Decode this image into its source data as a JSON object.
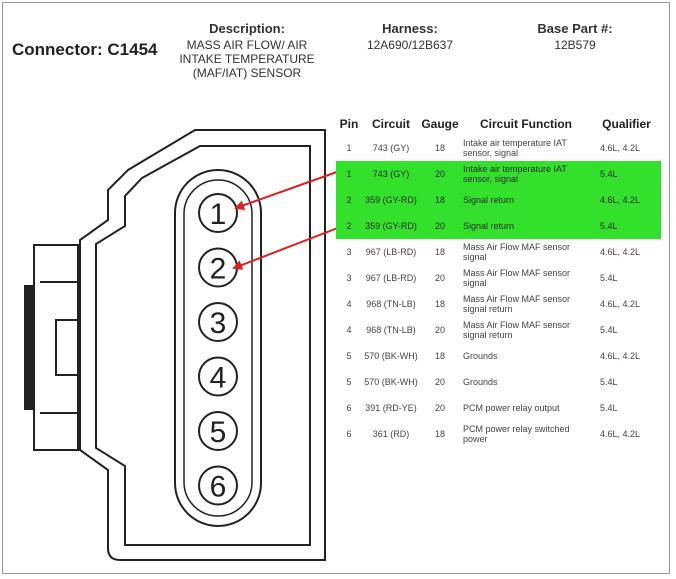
{
  "connector_title": "Connector: C1454",
  "description": {
    "label": "Description:",
    "lines": [
      "MASS AIR FLOW/ AIR",
      "INTAKE TEMPERATURE",
      "(MAF/IAT) SENSOR"
    ]
  },
  "harness": {
    "label": "Harness:",
    "value": "12A690/12B637"
  },
  "base_part": {
    "label": "Base Part #:",
    "value": "12B579"
  },
  "table": {
    "headers": [
      "Pin",
      "Circuit",
      "Gauge",
      "Circuit Function",
      "Qualifier"
    ],
    "rows": [
      {
        "pin": "1",
        "circuit": "743 (GY)",
        "gauge": "18",
        "function": "Intake air temperature IAT sensor, signal",
        "qualifier": "4.6L, 4.2L",
        "highlight": false
      },
      {
        "pin": "1",
        "circuit": "743 (GY)",
        "gauge": "20",
        "function": "Intake air temperature IAT sensor, signal",
        "qualifier": "5.4L",
        "highlight": true
      },
      {
        "pin": "2",
        "circuit": "359 (GY-RD)",
        "gauge": "18",
        "function": "Signal return",
        "qualifier": "4.6L, 4.2L",
        "highlight": true
      },
      {
        "pin": "2",
        "circuit": "359 (GY-RD)",
        "gauge": "20",
        "function": "Signal return",
        "qualifier": "5.4L",
        "highlight": true
      },
      {
        "pin": "3",
        "circuit": "967 (LB-RD)",
        "gauge": "18",
        "function": "Mass Air Flow MAF sensor signal",
        "qualifier": "4.6L, 4.2L",
        "highlight": false
      },
      {
        "pin": "3",
        "circuit": "967 (LB-RD)",
        "gauge": "20",
        "function": "Mass Air Flow MAF sensor signal",
        "qualifier": "5.4L",
        "highlight": false
      },
      {
        "pin": "4",
        "circuit": "968 (TN-LB)",
        "gauge": "18",
        "function": "Mass Air Flow MAF sensor signal return",
        "qualifier": "4.6L, 4.2L",
        "highlight": false
      },
      {
        "pin": "4",
        "circuit": "968 (TN-LB)",
        "gauge": "20",
        "function": "Mass Air Flow MAF sensor signal return",
        "qualifier": "5.4L",
        "highlight": false
      },
      {
        "pin": "5",
        "circuit": "570 (BK-WH)",
        "gauge": "18",
        "function": "Grounds",
        "qualifier": "4.6L, 4.2L",
        "highlight": false
      },
      {
        "pin": "5",
        "circuit": "570 (BK-WH)",
        "gauge": "20",
        "function": "Grounds",
        "qualifier": "5.4L",
        "highlight": false
      },
      {
        "pin": "6",
        "circuit": "391 (RD-YE)",
        "gauge": "20",
        "function": "PCM power relay output",
        "qualifier": "5.4L",
        "highlight": false
      },
      {
        "pin": "6",
        "circuit": "361 (RD)",
        "gauge": "18",
        "function": "PCM power relay switched power",
        "qualifier": "4.6L, 4.2L",
        "highlight": false
      }
    ]
  },
  "pins": [
    "1",
    "2",
    "3",
    "4",
    "5",
    "6"
  ],
  "colors": {
    "highlight": "#33e02c",
    "arrow": "#e02020",
    "outline": "#222222"
  }
}
